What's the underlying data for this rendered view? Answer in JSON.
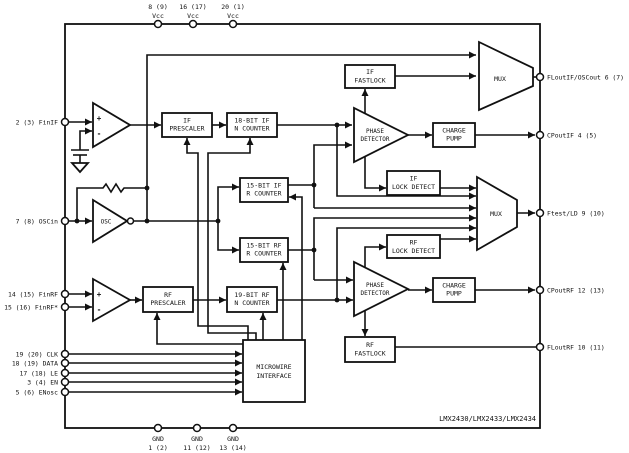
{
  "diagram": {
    "chip_label": "LMX2430/LMX2433/LMX2434",
    "pins": {
      "top": [
        {
          "num": "8 (9)",
          "name": "Vcc"
        },
        {
          "num": "16 (17)",
          "name": "Vcc"
        },
        {
          "num": "20 (1)",
          "name": "Vcc"
        }
      ],
      "bottom": [
        {
          "name": "GND",
          "num": "1 (2)"
        },
        {
          "name": "GND",
          "num": "11 (12)"
        },
        {
          "name": "GND",
          "num": "13 (14)"
        }
      ],
      "left": [
        "2 (3)  FinIF",
        "7 (8)  OSCin",
        "14 (15)  FinRF",
        "15 (16)  FinRF*",
        "19 (20)  CLK",
        "18 (19)  DATA",
        "17 (18)  LE",
        "3 (4)  EN",
        "5 (6)  ENosc"
      ],
      "right": [
        "FLoutIF/OSCout  6 (7)",
        "CPoutIF  4 (5)",
        "Ftest/LD  9 (10)",
        "CPoutRF  12 (13)",
        "FLoutRF  10 (11)"
      ]
    },
    "blocks": {
      "if_prescaler": {
        "line1": "IF",
        "line2": "PRESCALER"
      },
      "if_n_counter": {
        "line1": "18-BIT IF",
        "line2": "N COUNTER"
      },
      "if_r_counter": {
        "line1": "15-BIT IF",
        "line2": "R COUNTER"
      },
      "rf_r_counter": {
        "line1": "15-BIT RF",
        "line2": "R COUNTER"
      },
      "rf_prescaler": {
        "line1": "RF",
        "line2": "PRESCALER"
      },
      "rf_n_counter": {
        "line1": "19-BIT RF",
        "line2": "N COUNTER"
      },
      "microwire": {
        "line1": "MICROWIRE",
        "line2": "INTERFACE"
      },
      "if_fastlock": {
        "line1": "IF",
        "line2": "FASTLOCK"
      },
      "if_lock_detect": {
        "line1": "IF",
        "line2": "LOCK DETECT"
      },
      "rf_lock_detect": {
        "line1": "RF",
        "line2": "LOCK DETECT"
      },
      "rf_fastlock": {
        "line1": "RF",
        "line2": "FASTLOCK"
      },
      "if_charge_pump": {
        "line1": "CHARGE",
        "line2": "PUMP"
      },
      "rf_charge_pump": {
        "line1": "CHARGE",
        "line2": "PUMP"
      },
      "if_phase_detector": {
        "line1": "PHASE",
        "line2": "DETECTOR"
      },
      "rf_phase_detector": {
        "line1": "PHASE",
        "line2": "DETECTOR"
      },
      "mux_top": {
        "label": "MUX"
      },
      "mux_mid": {
        "label": "MUX"
      },
      "osc": {
        "label": "OSC"
      },
      "if_amp": {
        "plus": "+",
        "minus": "-"
      },
      "rf_amp": {
        "plus": "+",
        "minus": "-"
      }
    },
    "colors": {
      "line": "#111111",
      "background": "#ffffff"
    }
  }
}
